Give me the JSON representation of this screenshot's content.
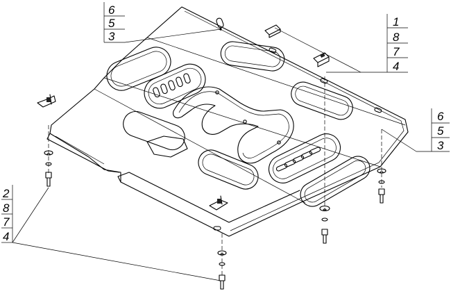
{
  "callouts": {
    "top_left": [
      "6",
      "5",
      "3"
    ],
    "top_right": [
      "1",
      "8",
      "7",
      "4"
    ],
    "right": [
      "6",
      "5",
      "3"
    ],
    "bottom_left": [
      "2",
      "8",
      "7",
      "4"
    ]
  }
}
